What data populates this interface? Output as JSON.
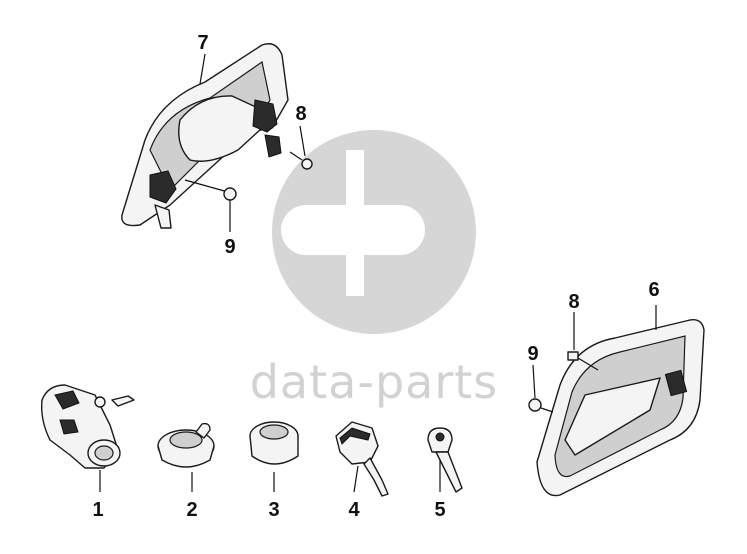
{
  "watermark": {
    "text": "data-parts",
    "color": "#d0d0d0"
  },
  "callouts": {
    "c1": "1",
    "c2": "2",
    "c3": "3",
    "c4": "4",
    "c5": "5",
    "c6": "6",
    "c7": "7",
    "c8a": "8",
    "c9a": "9",
    "c8b": "8",
    "c9b": "9"
  },
  "colors": {
    "line": "#1a1a1a",
    "part_fill": "#f4f4f4",
    "background": "#ffffff"
  }
}
